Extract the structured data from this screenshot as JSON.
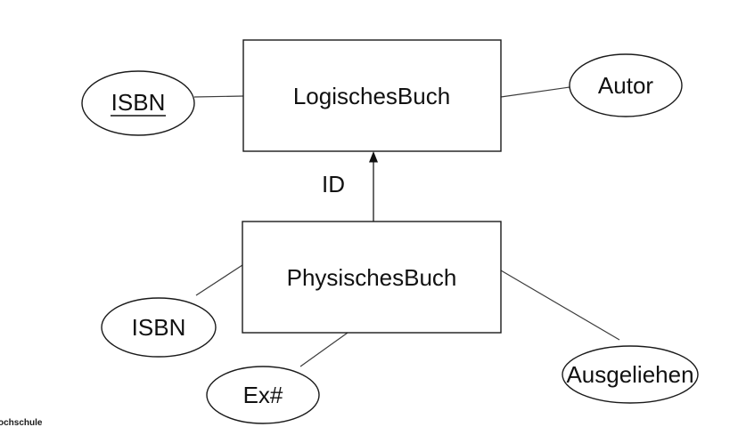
{
  "diagram": {
    "type": "entity-relationship",
    "entities": [
      {
        "id": "logisches-buch",
        "label": "LogischesBuch"
      },
      {
        "id": "physisches-buch",
        "label": "PhysischesBuch"
      }
    ],
    "attributes": [
      {
        "id": "isbn-logisch",
        "label": "ISBN",
        "key": true,
        "attached_to": "logisches-buch"
      },
      {
        "id": "autor",
        "label": "Autor",
        "key": false,
        "attached_to": "logisches-buch"
      },
      {
        "id": "isbn-physisch",
        "label": "ISBN",
        "key": false,
        "attached_to": "physisches-buch"
      },
      {
        "id": "ex-nummer",
        "label": "Ex#",
        "key": false,
        "attached_to": "physisches-buch"
      },
      {
        "id": "ausgeliehen",
        "label": "Ausgeliehen",
        "key": false,
        "attached_to": "physisches-buch"
      }
    ],
    "relationship": {
      "label": "ID",
      "from": "physisches-buch",
      "to": "logisches-buch",
      "style": "arrow-up"
    },
    "watermark": "ochschule",
    "colors": {
      "background": "#ffffff",
      "shape_stroke": "#1a1a1a",
      "connector_stroke": "#3c3c3c",
      "text": "#111111"
    }
  }
}
